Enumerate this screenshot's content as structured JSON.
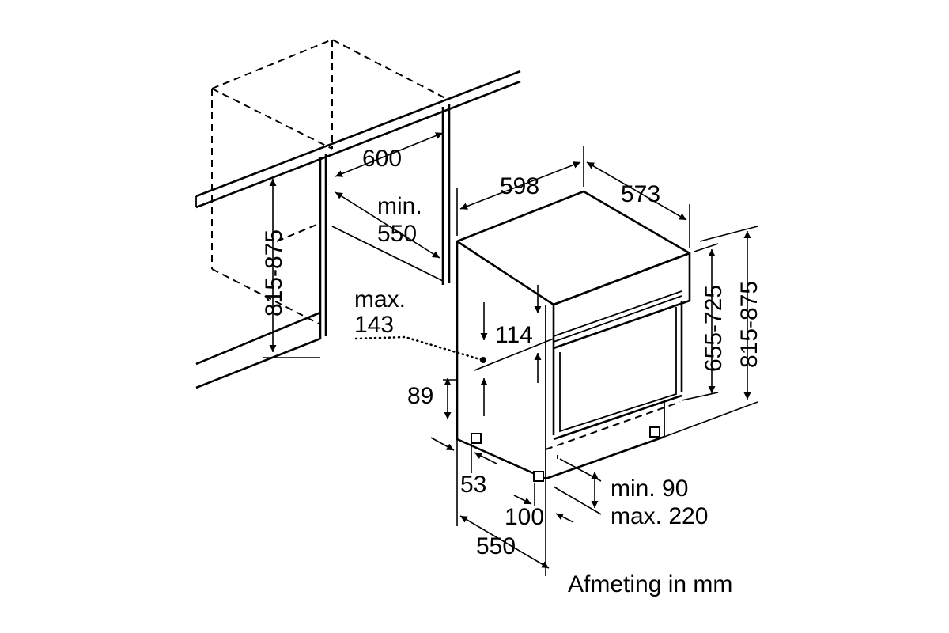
{
  "dimensions": {
    "niche_width": "600",
    "niche_depth_line1": "min.",
    "niche_depth_line2": "550",
    "niche_height": "815-875",
    "appliance_width": "598",
    "appliance_depth": "573",
    "appliance_height": "655-725",
    "overall_height": "815-875",
    "panel_line1": "max.",
    "panel_line2": "143",
    "control_height": "114",
    "plinth_height": "89",
    "foot_offset": "53",
    "plinth_setback": "100",
    "depth_bottom": "550",
    "plinth_range_line1": "min. 90",
    "plinth_range_line2": "max. 220"
  },
  "caption": "Afmeting in mm"
}
